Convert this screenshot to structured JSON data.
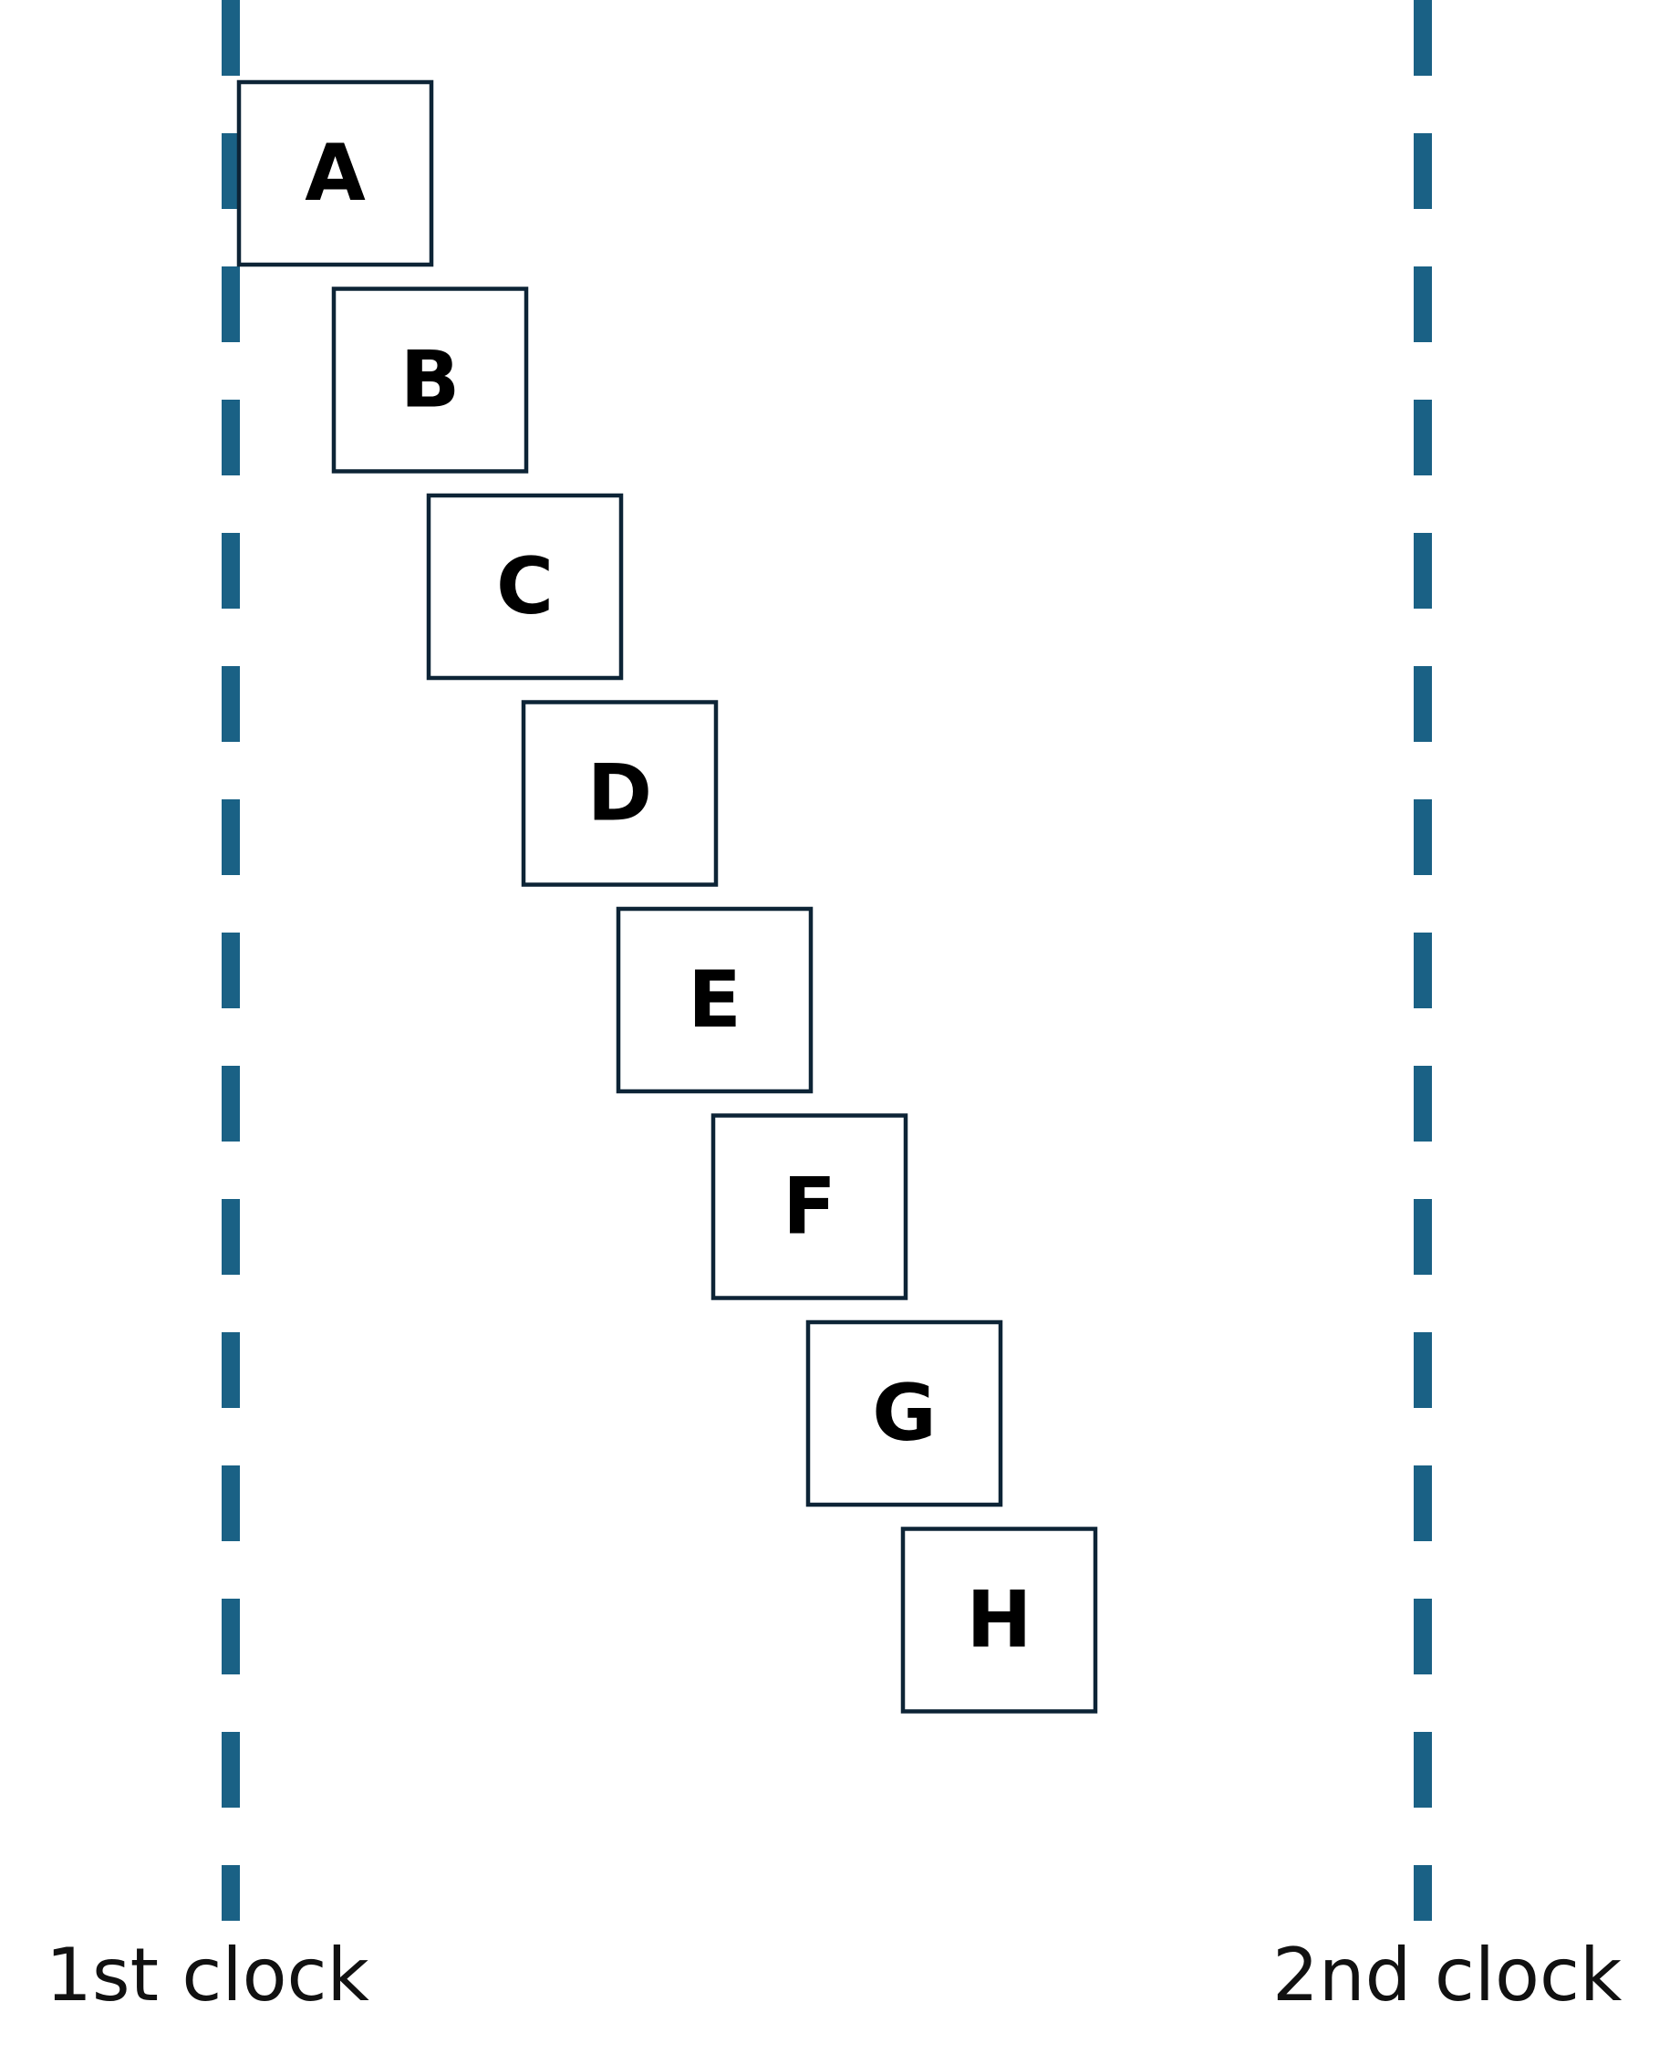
{
  "diagram": {
    "clocks": [
      {
        "id": "first",
        "label": "1st clock"
      },
      {
        "id": "second",
        "label": "2nd clock"
      }
    ],
    "stages": [
      {
        "label": "A"
      },
      {
        "label": "B"
      },
      {
        "label": "C"
      },
      {
        "label": "D"
      },
      {
        "label": "E"
      },
      {
        "label": "F"
      },
      {
        "label": "G"
      },
      {
        "label": "H"
      }
    ],
    "colors": {
      "clock_line": "#1a6185",
      "box_border": "#0d2436",
      "text": "#000000"
    }
  }
}
